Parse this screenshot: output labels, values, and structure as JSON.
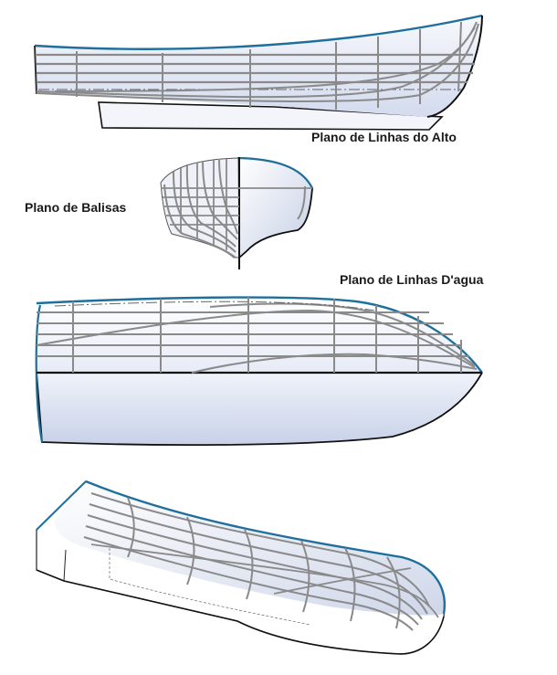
{
  "labels": {
    "profile": "Plano de Linhas do Alto",
    "body": "Plano de Balisas",
    "half_breadth": "Plano de Linhas D'agua"
  },
  "colors": {
    "hull_outline": "#1f6f9c",
    "hull_fill_light": "#f4f6fb",
    "hull_fill_dark": "#c9d2e6",
    "line_grid": "#8a8a8a",
    "line_dark": "#111111",
    "label_text": "#1a1a1a"
  }
}
